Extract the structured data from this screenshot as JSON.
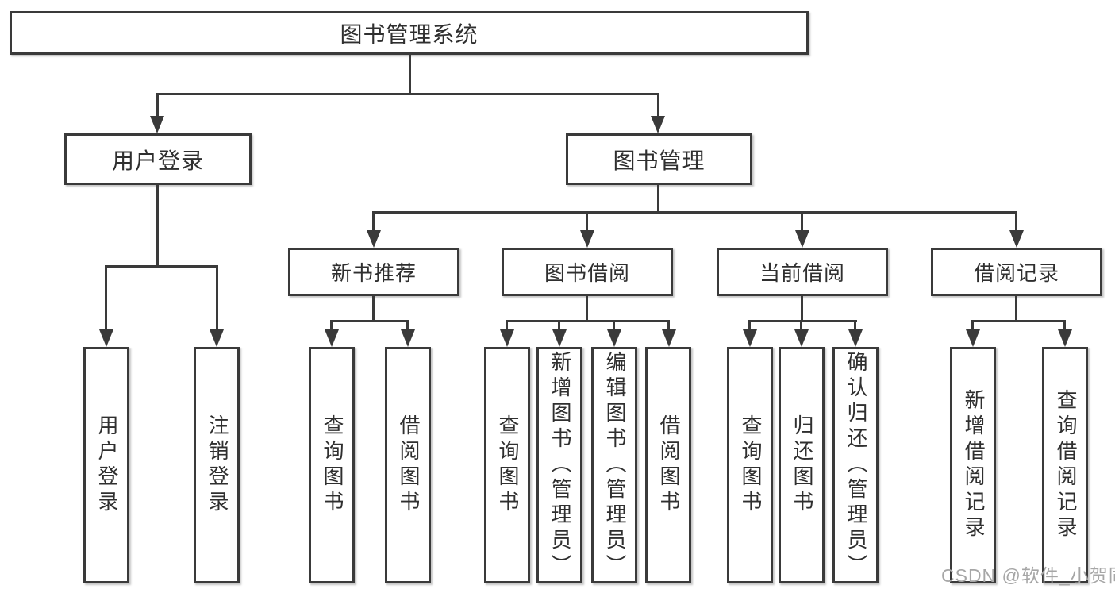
{
  "diagram": {
    "type": "hierarchy-tree",
    "title": "图书管理系统",
    "watermark": "CSDN @软件_小贺同学",
    "colors": {
      "line": "#3a3a3a",
      "text": "#2f2f2f",
      "background": "#ffffff",
      "watermark": "#a6a6a6"
    },
    "tree": {
      "label": "图书管理系统",
      "children": [
        {
          "label": "用户登录",
          "children": [
            {
              "label": "用户登录"
            },
            {
              "label": "注销登录"
            }
          ]
        },
        {
          "label": "图书管理",
          "children": [
            {
              "label": "新书推荐",
              "children": [
                {
                  "label": "查询图书"
                },
                {
                  "label": "借阅图书"
                }
              ]
            },
            {
              "label": "图书借阅",
              "children": [
                {
                  "label": "查询图书"
                },
                {
                  "label": "新增图书（管理员）"
                },
                {
                  "label": "编辑图书（管理员）"
                },
                {
                  "label": "借阅图书"
                }
              ]
            },
            {
              "label": "当前借阅",
              "children": [
                {
                  "label": "查询图书"
                },
                {
                  "label": "归还图书"
                },
                {
                  "label": "确认归还（管理员）"
                }
              ]
            },
            {
              "label": "借阅记录",
              "children": [
                {
                  "label": "新增借阅记录"
                },
                {
                  "label": "查询借阅记录"
                }
              ]
            }
          ]
        }
      ]
    }
  }
}
